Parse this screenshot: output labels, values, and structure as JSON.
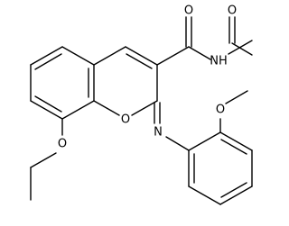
{
  "molecule": {
    "atom_labels": {
      "amide_oxygen": "O",
      "amide_nitrogen": "NH",
      "acetyl_oxygen": "O",
      "ring_oxygen": "O",
      "imine_nitrogen": "N",
      "ethoxy_oxygen": "O",
      "methoxy_oxygen": "O"
    }
  },
  "colors": {
    "bond": "#000000",
    "label": "#000000",
    "background": "#ffffff"
  }
}
